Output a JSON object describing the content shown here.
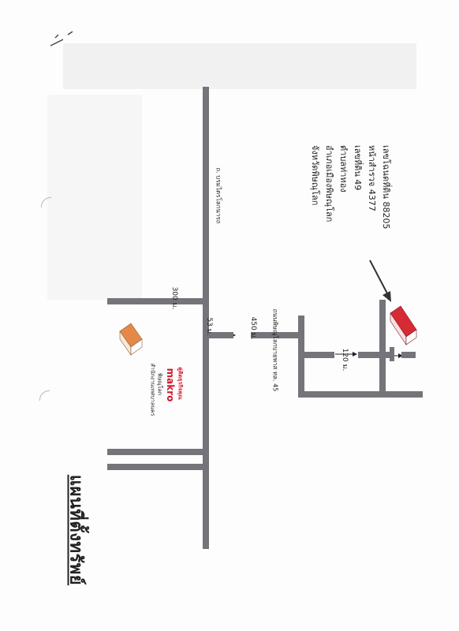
{
  "map": {
    "title": "แผนที่ตั้งทรัพย์",
    "roads": {
      "main_road_name": "ถ. บรมไตรโลกนารถ",
      "side_road_name": "ถนนพิษณุโลกบายพาส ทล. 45"
    },
    "distances": {
      "upper_branch": "300 ม.",
      "junction": "53 ม.",
      "side_road": "450 ม.",
      "lane": "120 ม."
    },
    "landmarks": {
      "office_line1": "สำนักงานเทศบาลนคร",
      "office_line2": "พิษณุโลก",
      "makro_brand": "makro",
      "makro_tagline": "คู่คิดธุรกิจคุณ"
    },
    "property_info": [
      "เลขโฉนดที่ดิน 88205",
      "หน้าสำรวจ 4377",
      "เลขที่ดิน 49",
      "ตำบลท่าทอง",
      "อำเภอเมืองพิษณุโลก",
      "จังหวัดพิษณุโลก"
    ],
    "colors": {
      "road": "#74747a",
      "property_marker": "#d62b35",
      "office_marker": "#e5894a",
      "makro_brand": "#d4182e"
    }
  }
}
